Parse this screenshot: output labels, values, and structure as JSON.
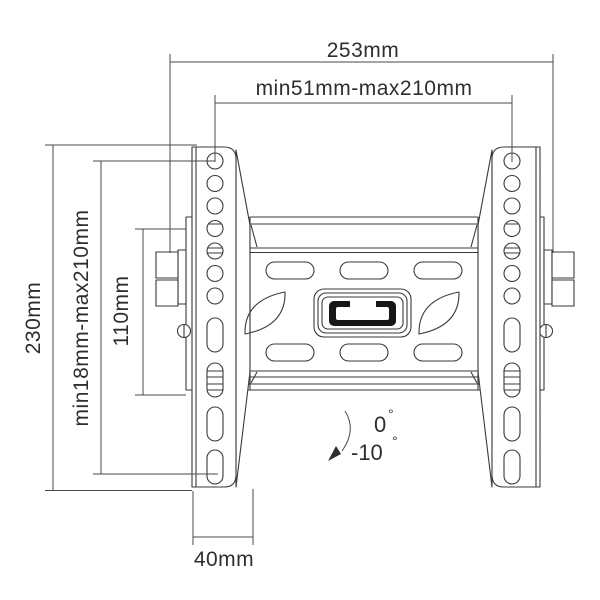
{
  "diagram": {
    "type": "tv-wall-mount-technical-drawing",
    "dimensions": {
      "overall_width": "253mm",
      "hole_span_width_range": "min51mm-max210mm",
      "overall_height": "230mm",
      "hole_span_height_range": "min18mm-max210mm",
      "wall_plate_height": "110mm",
      "bracket_width": "40mm"
    },
    "tilt": {
      "max_value": "0",
      "max_degree": "°",
      "min_value": "-10",
      "min_degree": "°"
    },
    "colors": {
      "background": "#ffffff",
      "line": "#3a3a3a",
      "dimension_line": "#4a4a4a",
      "text": "#2e2e2e",
      "lock_fill": "#161616"
    }
  }
}
